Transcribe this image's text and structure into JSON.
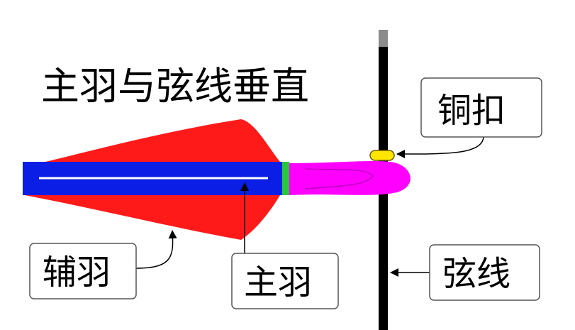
{
  "title": "主羽与弦线垂直",
  "labels": {
    "nock_clip": "铜扣",
    "vane": "辅羽",
    "cock_feather": "主羽",
    "bowstring": "弦线"
  },
  "colors": {
    "vane": "#ff1a1a",
    "shaft": "#0a1ee6",
    "shaft_highlight": "#ffffff",
    "fletch_band": "#28c83c",
    "nock": "#ff00ff",
    "nock_clip": "#ffe600",
    "bowstring": "#000000",
    "bowstring_serving": "#8c8c8c"
  }
}
